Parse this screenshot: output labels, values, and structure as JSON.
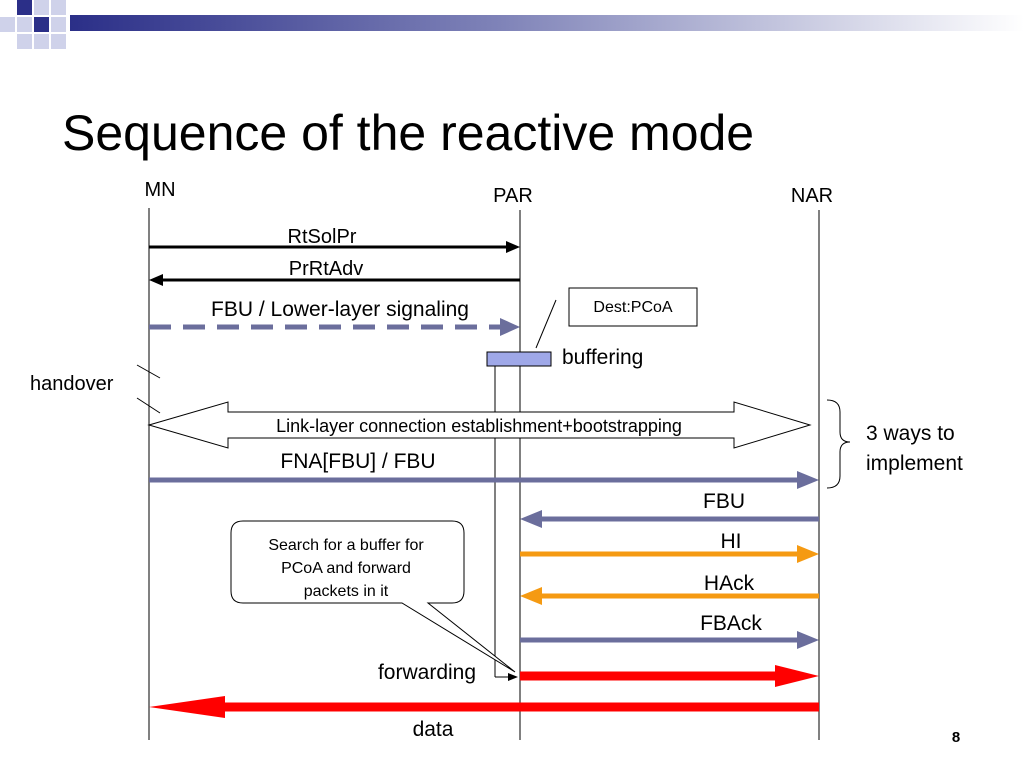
{
  "slide": {
    "title": "Sequence of the reactive mode",
    "page_number": "8"
  },
  "entities": {
    "mn": "MN",
    "par": "PAR",
    "nar": "NAR"
  },
  "messages": {
    "rtsolpr": "RtSolPr",
    "prrtadv": "PrRtAdv",
    "fbu_lower": "FBU / Lower-layer signaling",
    "link_layer": "Link-layer connection establishment+bootstrapping",
    "fna_fbu": "FNA[FBU] / FBU",
    "fbu": "FBU",
    "hi": "HI",
    "hack": "HAck",
    "fback": "FBAck",
    "forwarding": "forwarding",
    "data": "data"
  },
  "annotations": {
    "dest_pcoa": "Dest:PCoA",
    "buffering": "buffering",
    "handover": "handover",
    "three_ways_line1": "3 ways to",
    "three_ways_line2": "implement",
    "search_line1": "Search for a buffer for",
    "search_line2": "PCoA and forward",
    "search_line3": "packets in it"
  },
  "colors": {
    "slate_arrow": "#6b6e9c",
    "orange_arrow": "#f59a12",
    "red_arrow": "#ff0000",
    "buffer_fill": "#9fa8e8",
    "title_bar_gradient_end": "#ffffff"
  }
}
